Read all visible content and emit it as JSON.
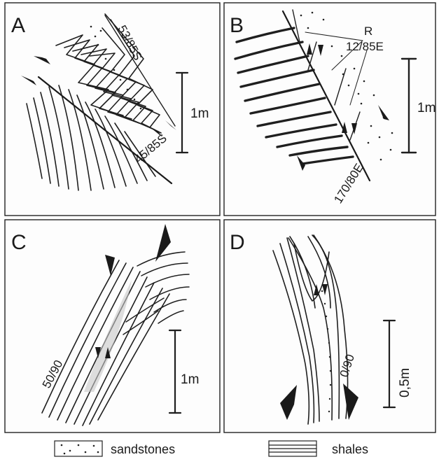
{
  "panels": {
    "A": {
      "label": "A",
      "upper_attitude": "53/85S",
      "lower_attitude": "45/85S",
      "scale": "1m"
    },
    "B": {
      "label": "B",
      "riedel_label": "R",
      "riedel_attitude": "12/85E",
      "fault_attitude": "170/80E",
      "scale": "1m"
    },
    "C": {
      "label": "C",
      "fault_attitude": "50/90",
      "scale": "1m"
    },
    "D": {
      "label": "D",
      "fault_attitude": "0/90",
      "scale": "0,5m"
    }
  },
  "legend": {
    "sandstones": "sandstones",
    "shales": "shales"
  }
}
